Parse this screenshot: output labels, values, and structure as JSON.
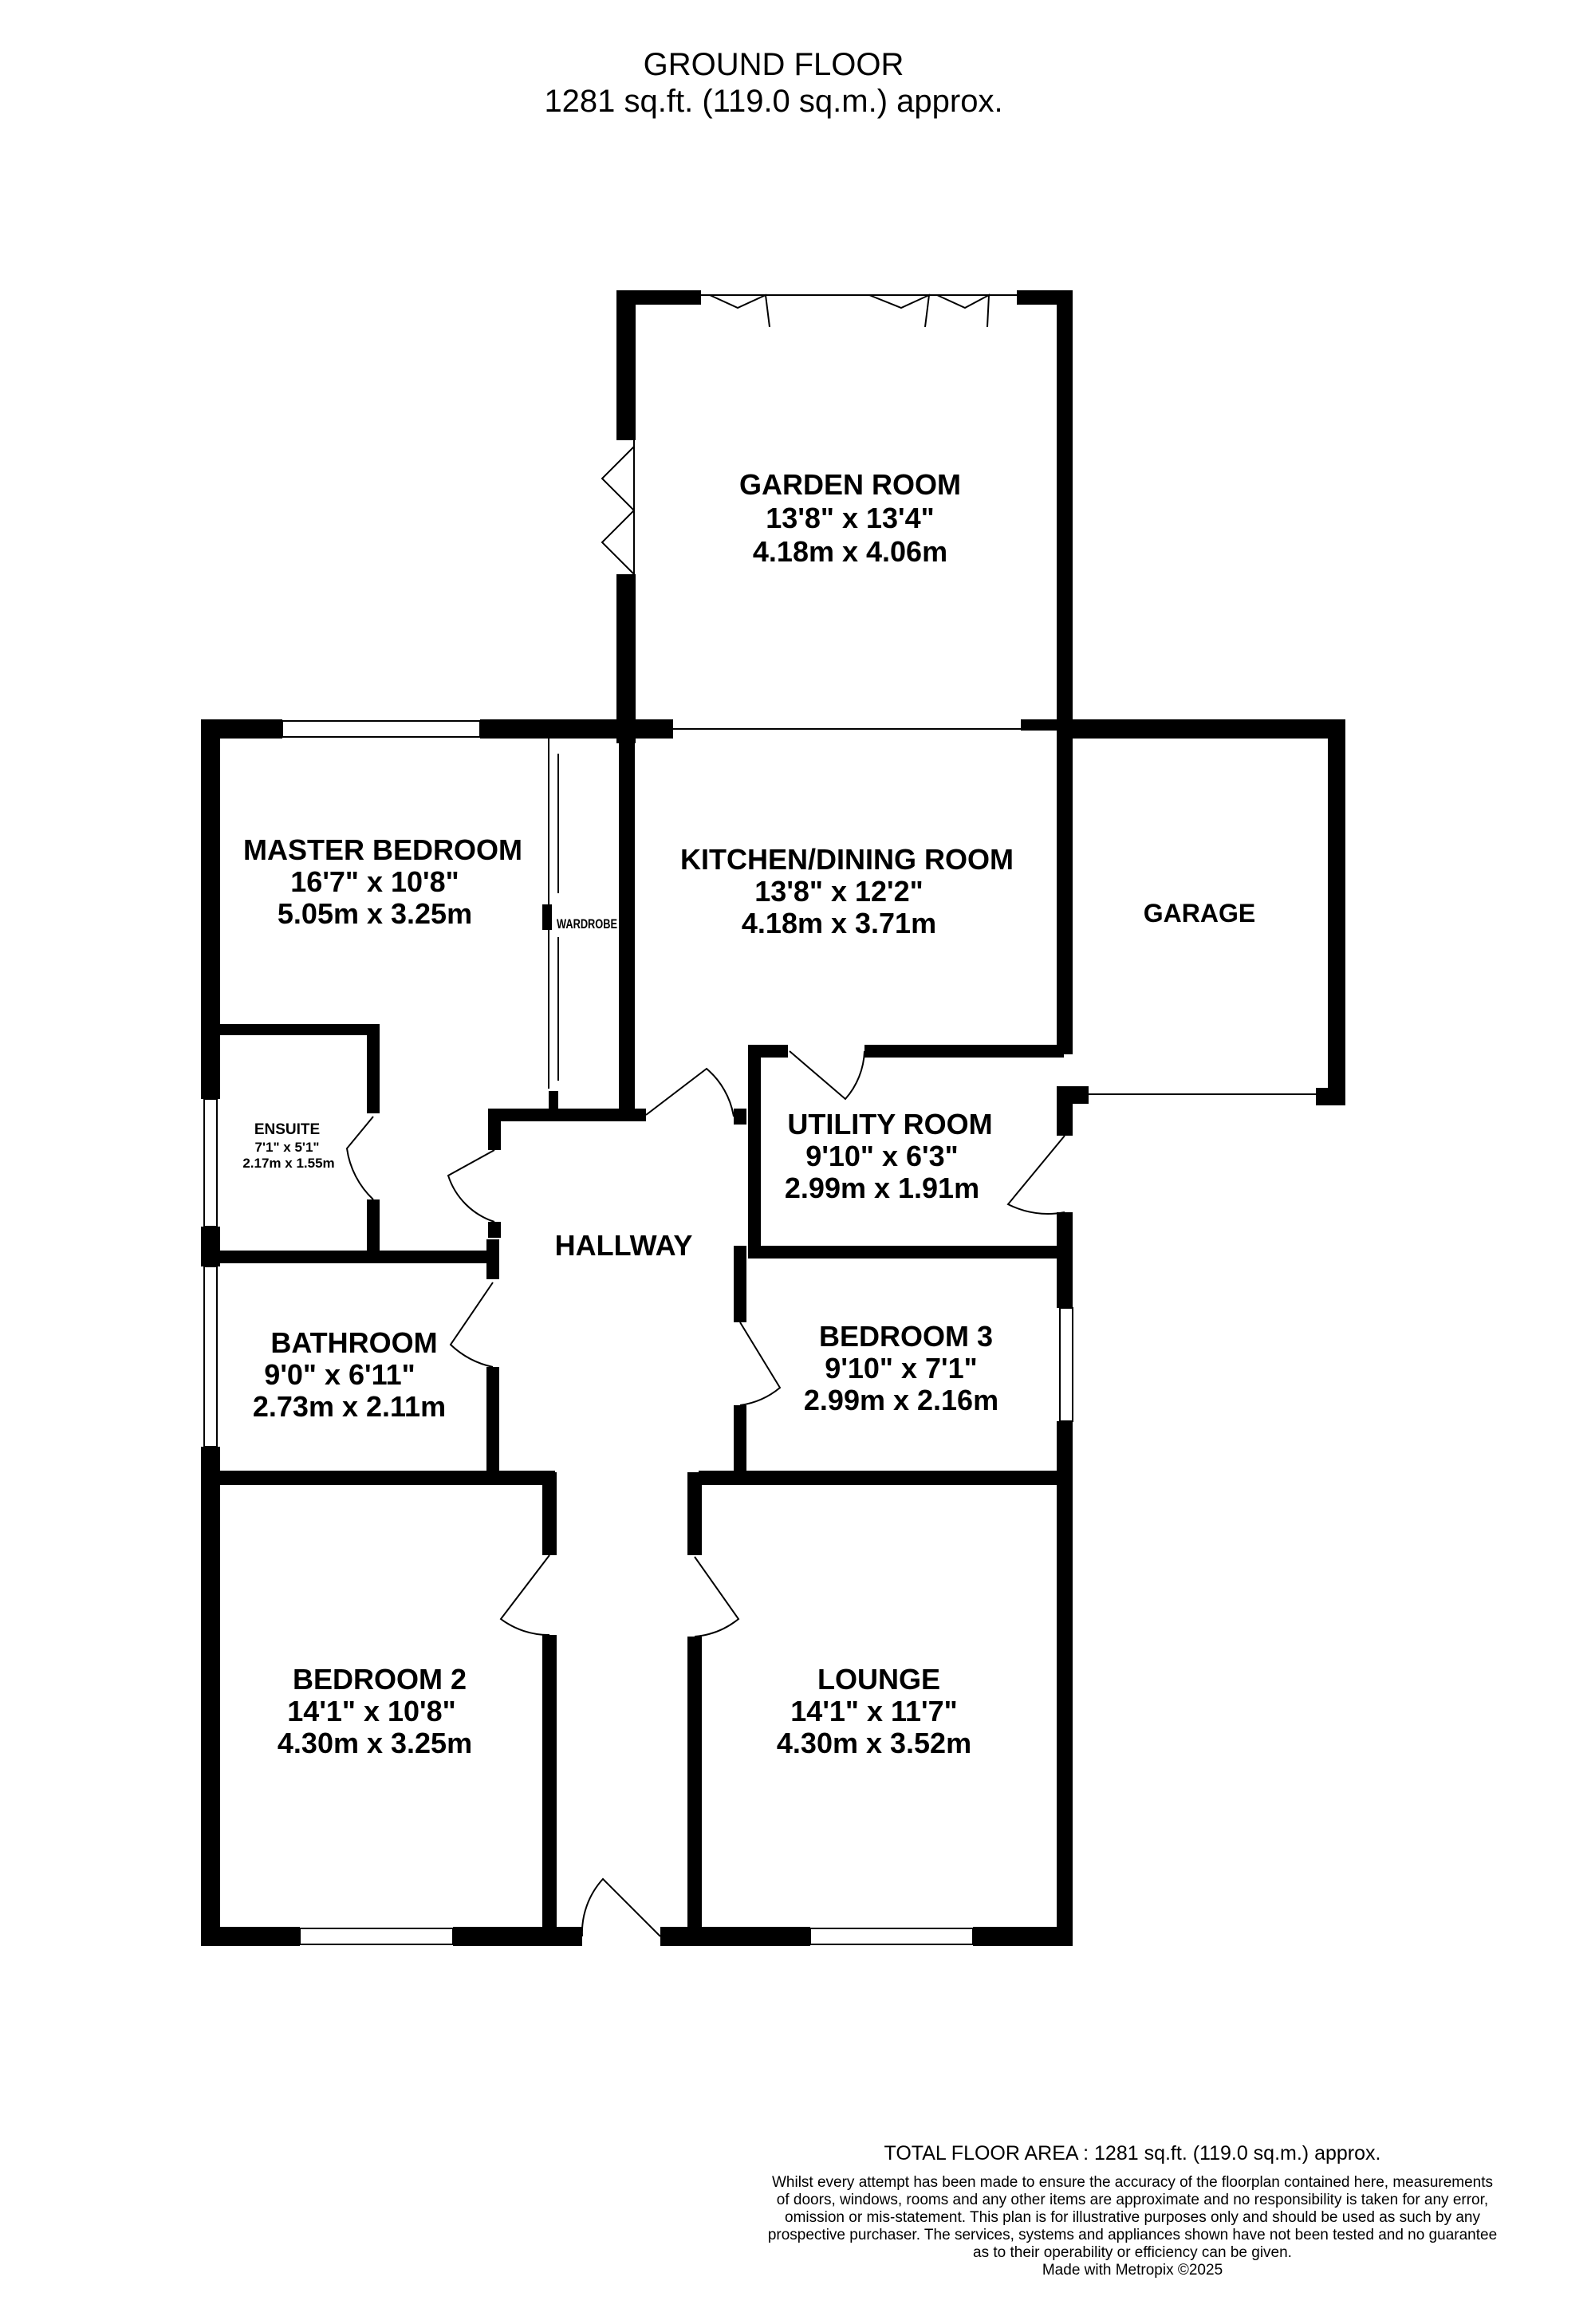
{
  "header": {
    "floor_title": "GROUND FLOOR",
    "floor_area": "1281 sq.ft. (119.0 sq.m.) approx."
  },
  "rooms": {
    "garden_room": {
      "name": "GARDEN ROOM",
      "imperial": "13'8\"  x 13'4\"",
      "metric": "4.18m  x 4.06m"
    },
    "master_bedroom": {
      "name": "MASTER BEDROOM",
      "imperial": "16'7\"  x 10'8\"",
      "metric": "5.05m  x 3.25m"
    },
    "wardrobe": {
      "name": "WARDROBE"
    },
    "kitchen": {
      "name": "KITCHEN/DINING ROOM",
      "imperial": "13'8\"  x 12'2\"",
      "metric": "4.18m  x 3.71m"
    },
    "garage": {
      "name": "GARAGE"
    },
    "ensuite": {
      "name": "ENSUITE",
      "imperial": "7'1\"  x 5'1\"",
      "metric": "2.17m  x 1.55m"
    },
    "utility_room": {
      "name": "UTILITY ROOM",
      "imperial": "9'10\"  x 6'3\"",
      "metric": "2.99m  x 1.91m"
    },
    "hallway": {
      "name": "HALLWAY"
    },
    "bathroom": {
      "name": "BATHROOM",
      "imperial": "9'0\"  x 6'11\"",
      "metric": "2.73m  x 2.11m"
    },
    "bedroom_3": {
      "name": "BEDROOM 3",
      "imperial": "9'10\"  x 7'1\"",
      "metric": "2.99m  x 2.16m"
    },
    "bedroom_2": {
      "name": "BEDROOM 2",
      "imperial": "14'1\"  x 10'8\"",
      "metric": "4.30m  x 3.25m"
    },
    "lounge": {
      "name": "LOUNGE",
      "imperial": "14'1\"  x 11'7\"",
      "metric": "4.30m  x 3.52m"
    }
  },
  "footer": {
    "total_area": "TOTAL FLOOR AREA : 1281 sq.ft. (119.0 sq.m.) approx.",
    "disclaimer_lines": [
      "Whilst every attempt has been made to ensure the accuracy of the floorplan contained here, measurements",
      "of doors, windows, rooms and any other items are approximate and no responsibility is taken for any error,",
      "omission or mis-statement. This plan is for illustrative purposes only and should be used as such by any",
      "prospective purchaser. The services, systems and appliances shown have not been tested and no guarantee",
      "as to their operability or efficiency can be given.",
      "Made with Metropix ©2025"
    ]
  }
}
